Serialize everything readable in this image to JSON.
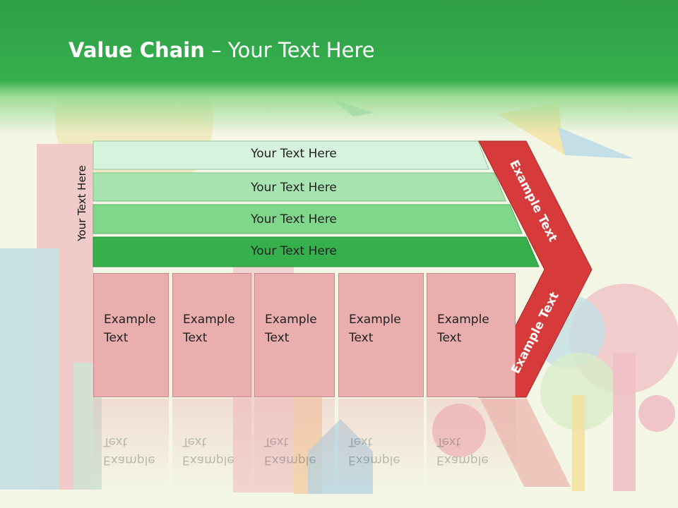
{
  "title": {
    "bold": "Value Chain",
    "rest": " – Your Text Here"
  },
  "side_label": "Your Text Here",
  "bands": [
    "Your Text Here",
    "Your Text Here",
    "Your Text Here",
    "Your Text Here"
  ],
  "cells": [
    [
      "Example",
      "Text"
    ],
    [
      "Example",
      "Text"
    ],
    [
      "Example",
      "Text"
    ],
    [
      "Example",
      "Text"
    ],
    [
      "Example",
      "Text"
    ]
  ],
  "arrow": {
    "upper": "Example Text",
    "lower": "Example Text"
  },
  "colors": {
    "header": "#35b04d",
    "band1": "#d6f3dd",
    "band2": "#a8e4b0",
    "band3": "#7ed78a",
    "band4": "#35b04d",
    "cell": "#eaaeae",
    "arrow": "#d63a3a"
  }
}
